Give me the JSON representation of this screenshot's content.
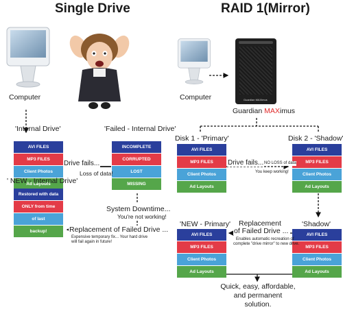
{
  "titles": {
    "left": "Single Drive",
    "right": "RAID 1(Mirror)"
  },
  "computer_labels": {
    "left": "Computer",
    "right": "Computer"
  },
  "guardian": {
    "prefix": "Guardian ",
    "brand": "MAX",
    "suffix": "imus"
  },
  "left": {
    "internal_drive_label": "'Internal Drive'",
    "failed_drive_label": "'Failed - Internal Drive'",
    "new_drive_label": "' NEW - Internal Drive'",
    "drive_fails": "Drive fails...",
    "loss_of_data": "Loss of data!",
    "system_downtime": "System Downtime...",
    "not_working": "You're not working!",
    "replacement": "Replacement of Failed Drive ...",
    "replacement_note_1": "Expensive temporary fix... Your hard drive",
    "replacement_note_2": "will fail again in future!"
  },
  "right": {
    "disk1_label": "Disk 1 - 'Primary'",
    "disk2_label": "Disk 2 - 'Shadow'",
    "drive_fails": "Drive fails...",
    "no_loss": "NO LOSS of data",
    "keep_working": "You keep working!",
    "new_primary_label": "'NEW - Primary'",
    "shadow_label": "'Shadow'",
    "replacement_1": "Replacement",
    "replacement_2": "of Failed Drive ...",
    "replacement_note_1": "Enables automatic recreation of",
    "replacement_note_2": "complete \"drive mirror\" to new drive.",
    "conclusion_1": "Quick, easy, affordable,",
    "conclusion_2": "and permanent solution."
  },
  "device_text": "Guardian MAXimus",
  "stacks": {
    "internal": [
      "AVI FILES",
      "MP3 FILES",
      "Client Photos",
      "Ad Layouts"
    ],
    "failed": [
      "INCOMPLETE",
      "CORRUPTED",
      "LOST",
      "MISSING"
    ],
    "new_internal": [
      "Restored with data",
      "ONLY from time",
      "of last",
      "backup!"
    ],
    "disk1": [
      "AVI FILES",
      "MP3 FILES",
      "Client Photos",
      "Ad Layouts"
    ],
    "disk2": [
      "AVI FILES",
      "MP3 FILES",
      "Client Photos",
      "Ad Layouts"
    ],
    "new_primary": [
      "AVI FILES",
      "MP3 FILES",
      "Client Photos",
      "Ad Layouts"
    ],
    "shadow": [
      "AVI FILES",
      "MP3 FILES",
      "Client Photos",
      "Ad Layouts"
    ]
  },
  "colors": {
    "blue": "#2a3f9c",
    "red": "#e33b47",
    "light_blue": "#4aa3d8",
    "green": "#55a64a",
    "brand_red": "#e02a2a"
  }
}
